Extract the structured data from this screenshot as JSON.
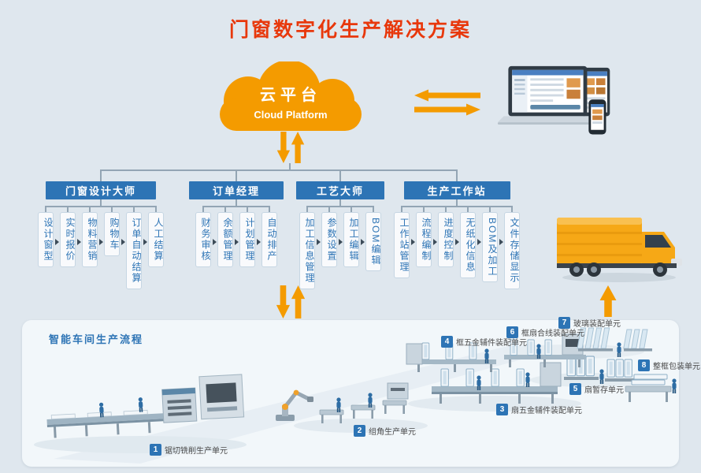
{
  "page": {
    "title": "门窗数字化生产解决方案",
    "background": "#dfe7ee"
  },
  "cloud": {
    "title": "云平台",
    "subtitle": "Cloud Platform",
    "color": "#f49b00"
  },
  "colors": {
    "title_red": "#e8380c",
    "accent_orange": "#f49b00",
    "header_blue": "#2d74b5",
    "connector_gray": "#93a5b4",
    "panel_bg": "#f2f7fa",
    "truck_yellow": "#f6a816"
  },
  "tree": {
    "branches": [
      {
        "label": "门窗设计大师",
        "children": [
          "设计窗型",
          "实时报价",
          "物料营销",
          "购物车",
          "订单自动结算",
          "人工结算"
        ]
      },
      {
        "label": "订单经理",
        "children": [
          "财务审核",
          "余额管理",
          "计划管理",
          "自动排产"
        ]
      },
      {
        "label": "工艺大师",
        "children": [
          "加工信息管理",
          "参数设置",
          "加工编辑",
          "BOM编辑"
        ]
      },
      {
        "label": "生产工作站",
        "children": [
          "工作站管理",
          "流程编制",
          "进度控制",
          "无纸化信息",
          "BOM及加工",
          "文件存储显示"
        ]
      }
    ]
  },
  "workshop": {
    "title": "智能车间生产流程",
    "stations": [
      {
        "num": "1",
        "label": "锯切铣削生产单元"
      },
      {
        "num": "2",
        "label": "组角生产单元"
      },
      {
        "num": "3",
        "label": "扇五金辅件装配单元"
      },
      {
        "num": "4",
        "label": "框五金辅件装配单元"
      },
      {
        "num": "5",
        "label": "扇暂存单元"
      },
      {
        "num": "6",
        "label": "框扇合线装配单元"
      },
      {
        "num": "7",
        "label": "玻璃装配单元"
      },
      {
        "num": "8",
        "label": "整框包装单元"
      }
    ]
  }
}
